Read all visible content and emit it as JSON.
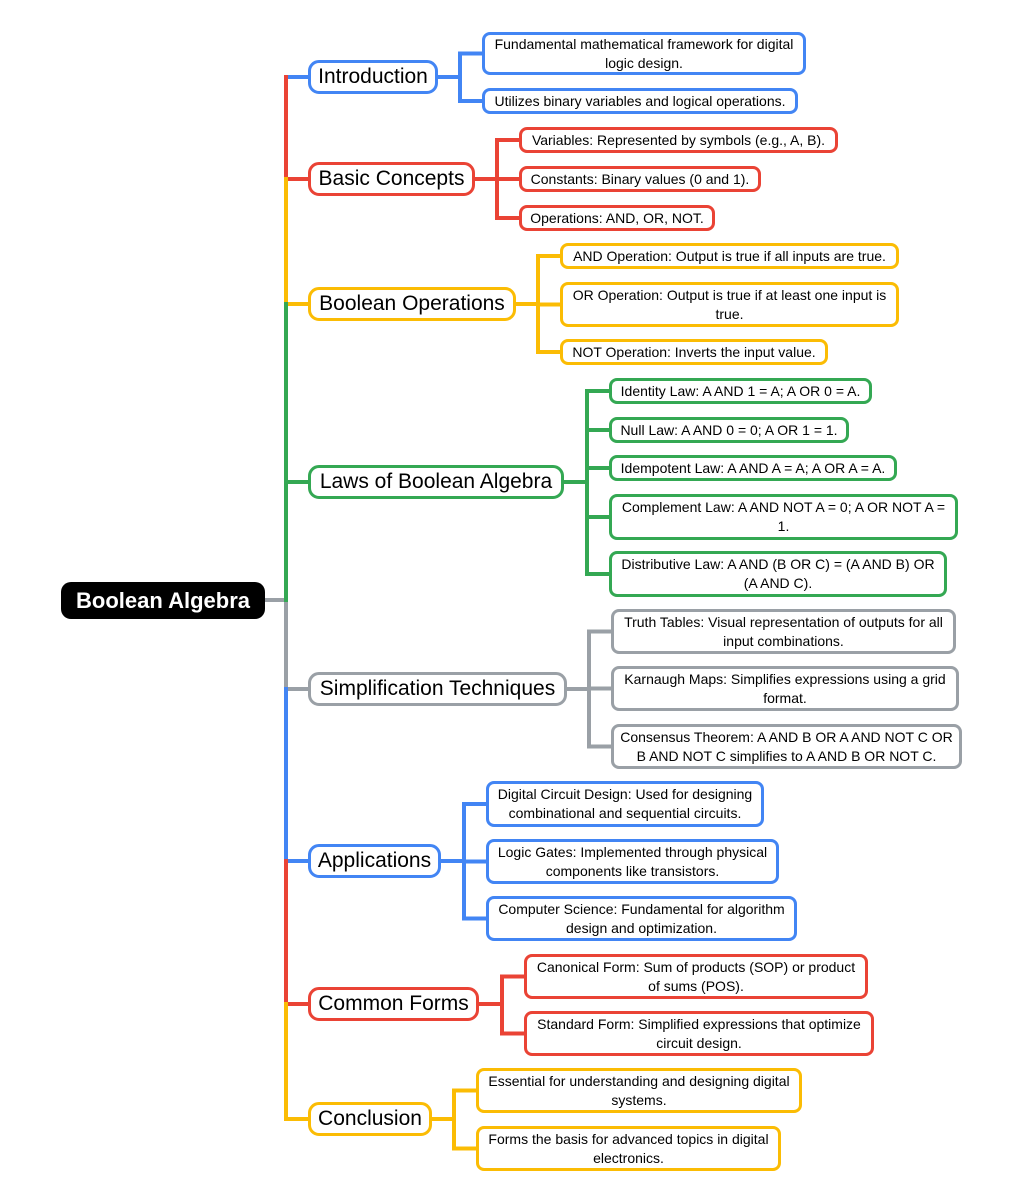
{
  "root": {
    "label": "Boolean Algebra"
  },
  "colors": {
    "blue": "#4285f4",
    "red": "#ea4335",
    "yellow": "#fbbc04",
    "green": "#34a853",
    "grey": "#9aa0a6"
  },
  "branches": [
    {
      "label": "Introduction",
      "color": "blue",
      "children": [
        "Fundamental mathematical framework for digital logic design.",
        "Utilizes binary variables and logical operations."
      ]
    },
    {
      "label": "Basic Concepts",
      "color": "red",
      "children": [
        "Variables: Represented by symbols (e.g., A, B).",
        "Constants: Binary values (0 and 1).",
        "Operations: AND, OR, NOT."
      ]
    },
    {
      "label": "Boolean Operations",
      "color": "yellow",
      "children": [
        "AND Operation: Output is true if all inputs are true.",
        "OR Operation: Output is true if at least one input is true.",
        "NOT Operation: Inverts the input value."
      ]
    },
    {
      "label": "Laws of Boolean Algebra",
      "color": "green",
      "children": [
        "Identity Law: A AND 1 = A; A OR 0 = A.",
        "Null Law: A AND 0 = 0; A OR 1 = 1.",
        "Idempotent Law: A AND A = A; A OR A = A.",
        "Complement Law: A AND NOT A = 0; A OR NOT A = 1.",
        "Distributive Law: A AND (B OR C) = (A AND B) OR (A AND C)."
      ]
    },
    {
      "label": "Simplification Techniques",
      "color": "grey",
      "children": [
        "Truth Tables: Visual representation of outputs for all input combinations.",
        "Karnaugh Maps: Simplifies expressions using a grid format.",
        "Consensus Theorem: A AND B OR A AND NOT C OR B AND NOT C simplifies to A AND B OR NOT C."
      ]
    },
    {
      "label": "Applications",
      "color": "blue",
      "children": [
        "Digital Circuit Design: Used for designing combinational and sequential circuits.",
        "Logic Gates: Implemented through physical components like transistors.",
        "Computer Science: Fundamental for algorithm design and optimization."
      ]
    },
    {
      "label": "Common Forms",
      "color": "red",
      "children": [
        "Canonical Form: Sum of products (SOP) or product of sums (POS).",
        "Standard Form: Simplified expressions that optimize circuit design."
      ]
    },
    {
      "label": "Conclusion",
      "color": "yellow",
      "children": [
        "Essential for understanding and designing digital systems.",
        "Forms the basis for advanced topics in digital electronics."
      ]
    }
  ]
}
